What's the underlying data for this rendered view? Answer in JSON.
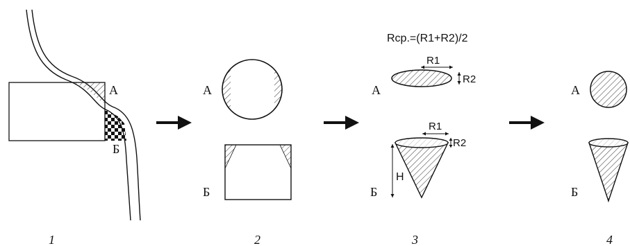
{
  "formula": "Rcp.=(R1+R2)/2",
  "labels": {
    "a": "А",
    "b": "Б",
    "r1": "R1",
    "r2": "R2",
    "h": "H"
  },
  "steps": [
    "1",
    "2",
    "3",
    "4"
  ],
  "colors": {
    "stroke": "#111111",
    "hatch": "#444444",
    "background": "#ffffff"
  }
}
